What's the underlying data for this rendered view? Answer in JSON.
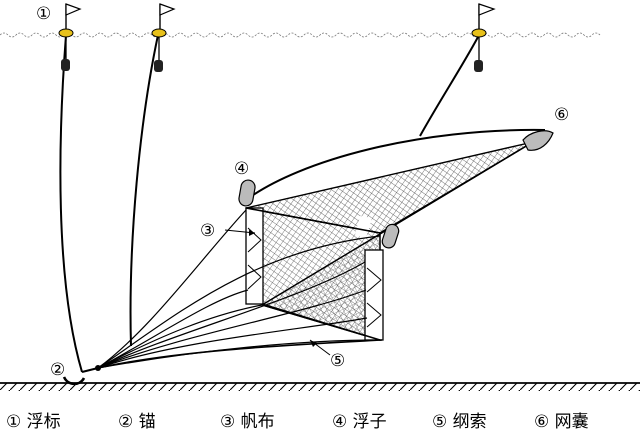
{
  "callouts": {
    "one": "①",
    "two": "②",
    "three": "③",
    "four": "④",
    "five": "⑤",
    "six": "⑥"
  },
  "legend": [
    "① 浮标",
    "② 锚",
    "③ 帆布",
    "④ 浮子",
    "⑤ 纲索",
    "⑥ 网囊"
  ]
}
